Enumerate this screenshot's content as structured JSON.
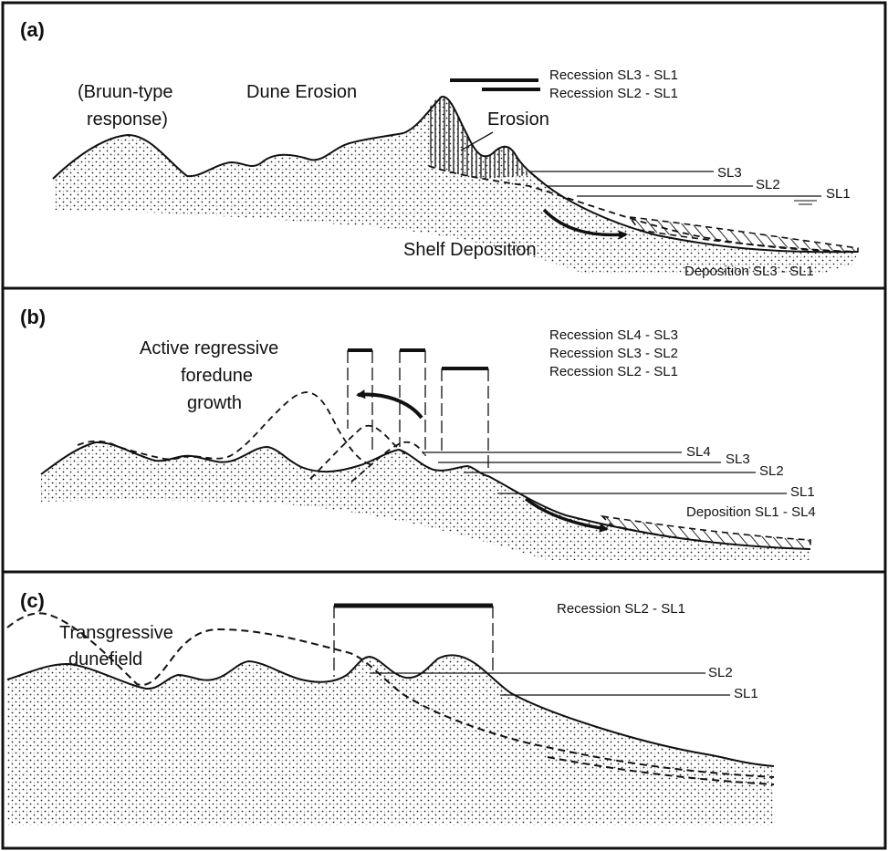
{
  "panels": {
    "a": {
      "letter": "(a)",
      "bruun_line1": "(Bruun-type",
      "bruun_line2": "response)",
      "dune_erosion": "Dune Erosion",
      "erosion": "Erosion",
      "recession_sl3_sl1": "Recession SL3 - SL1",
      "recession_sl2_sl1": "Recession SL2 - SL1",
      "sl3": "SL3",
      "sl2": "SL2",
      "sl1": "SL1",
      "shelf_deposition": "Shelf Deposition",
      "deposition": "Deposition SL3 - SL1"
    },
    "b": {
      "letter": "(b)",
      "active_line1": "Active regressive",
      "active_line2": "foredune",
      "active_line3": "growth",
      "recession_sl4_sl3": "Recession SL4 - SL3",
      "recession_sl3_sl2": "Recession SL3 - SL2",
      "recession_sl2_sl1": "Recession SL2 - SL1",
      "sl4": "SL4",
      "sl3": "SL3",
      "sl2": "SL2",
      "sl1": "SL1",
      "deposition": "Deposition SL1 - SL4"
    },
    "c": {
      "letter": "(c)",
      "transgressive_line1": "Transgressive",
      "transgressive_line2": "dunefield",
      "recession_sl2_sl1": "Recession SL2 - SL1",
      "sl2": "SL2",
      "sl1": "SL1"
    }
  },
  "colors": {
    "ink": "#111111",
    "background": "#ffffff"
  }
}
